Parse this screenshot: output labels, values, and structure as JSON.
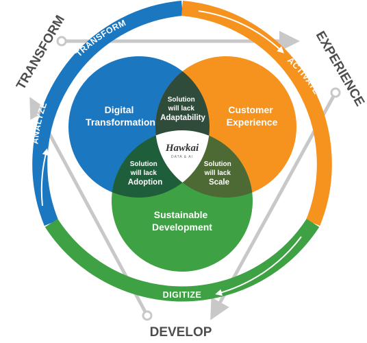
{
  "colors": {
    "blue": "#1b77c0",
    "orange": "#f6921e",
    "green": "#3ea244",
    "lens_dark": "#2f4b3a",
    "lens_adoption": "#1f5e3b",
    "lens_scale": "#4d6a35",
    "arrow_gray": "#c8c8c8",
    "label_gray": "#4d4d4d"
  },
  "outer_labels": {
    "transform": "TRANSFORM",
    "experience": "EXPERIENCE",
    "develop": "DEVELOP"
  },
  "ring_labels": {
    "transform": "TRANSFORM",
    "activate": "ACTIVATE",
    "analyze": "ANALYZE",
    "digitize": "DIGITIZE"
  },
  "circles": {
    "digital": [
      "Digital",
      "Transformation"
    ],
    "customer": [
      "Customer",
      "Experience"
    ],
    "sustainable": [
      "Sustainable",
      "Development"
    ]
  },
  "lenses": {
    "adaptability": [
      "Solution",
      "will lack",
      "Adaptability"
    ],
    "adoption": [
      "Solution",
      "will lack",
      "Adoption"
    ],
    "scale": [
      "Solution",
      "will lack",
      "Scale"
    ]
  },
  "logo": {
    "name": "Hawkai",
    "tagline": "DATA & AI"
  }
}
